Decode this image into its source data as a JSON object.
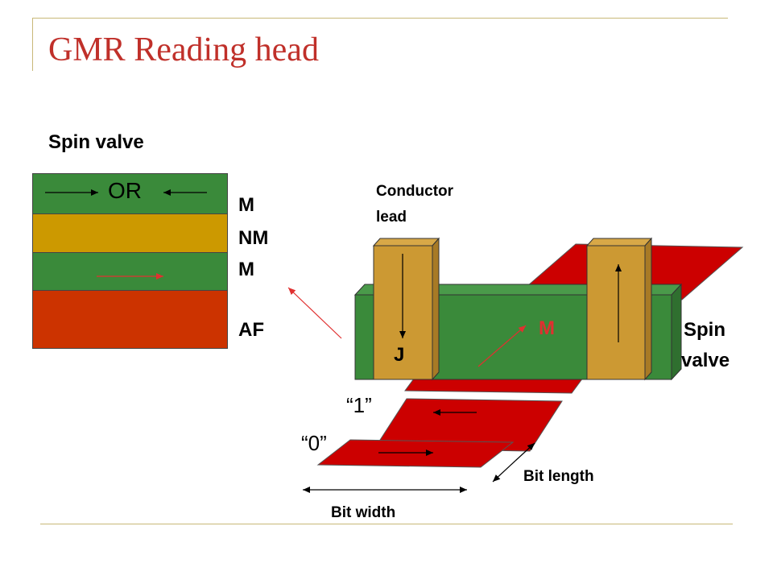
{
  "slide": {
    "title": "GMR Reading head"
  },
  "spin_valve_stack": {
    "heading": "Spin valve",
    "or_label": "OR",
    "layer_labels": [
      "M",
      "NM",
      "M",
      "AF"
    ],
    "layer_colors": [
      "#3a8a3a",
      "#cc9900",
      "#3a8a3a",
      "#cc3300"
    ]
  },
  "head": {
    "conductor_label_line1": "Conductor",
    "conductor_label_line2": "lead",
    "current_label": "J",
    "magnetization_label": "M",
    "spin_valve_line1": "Spin",
    "spin_valve_line2": "valve"
  },
  "bits": {
    "one_label": "“1”",
    "zero_label": "“0”",
    "bit_length_label": "Bit length",
    "bit_width_label": "Bit width"
  },
  "colors": {
    "bit_red": "#cc0000",
    "sensor_green": "#3a8a3a",
    "lead_gold": "#cc9933",
    "accent_red": "#e03030"
  }
}
